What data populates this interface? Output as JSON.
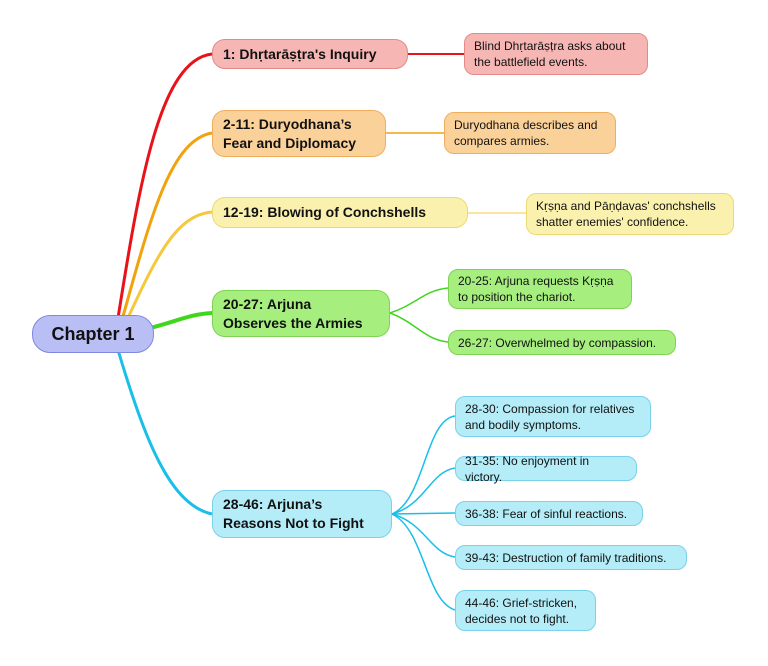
{
  "root": {
    "label": "Chapter 1"
  },
  "colors": {
    "red": "#e8121a",
    "orange": "#f2a20d",
    "yellow": "#f6c83d",
    "green": "#3fd61c",
    "cyan": "#19bfe8"
  },
  "branches": [
    {
      "label": "1: Dhṛtarāṣṭra's Inquiry",
      "color": "red",
      "children": [
        "Blind Dhṛtarāṣṭra asks about\nthe battlefield events."
      ]
    },
    {
      "label": "2-11: Duryodhana’s\nFear and Diplomacy",
      "color": "orange",
      "children": [
        "Duryodhana describes and\ncompares armies."
      ]
    },
    {
      "label": "12-19: Blowing of Conchshells",
      "color": "yellow",
      "children": [
        "Kṛṣṇa and Pāṇḍavas' conchshells\nshatter enemies' confidence."
      ]
    },
    {
      "label": "20-27: Arjuna\nObserves the Armies",
      "color": "green",
      "children": [
        "20-25: Arjuna requests Kṛṣṇa\nto position the chariot.",
        "26-27: Overwhelmed by compassion."
      ]
    },
    {
      "label": "28-46: Arjuna’s\nReasons Not to Fight",
      "color": "cyan",
      "children": [
        "28-30: Compassion for relatives\nand bodily symptoms.",
        "31-35: No enjoyment in victory.",
        "36-38: Fear of sinful reactions.",
        "39-43: Destruction of family traditions.",
        "44-46: Grief-stricken,\ndecides not to fight."
      ]
    }
  ]
}
